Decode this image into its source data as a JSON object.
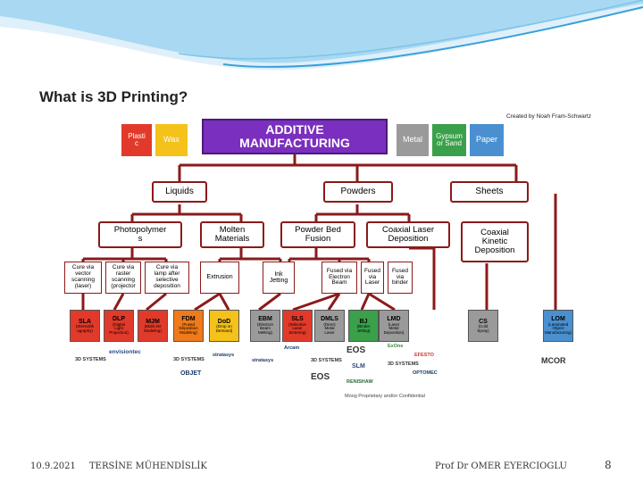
{
  "colors": {
    "accent_purple": "#7b2fbe",
    "connector": "#8b1a1a",
    "wave_blue": "#3aa0d8"
  },
  "diagram": {
    "title": "What is 3D Printing?",
    "credit": "Created by Noah Fram-Schwartz",
    "root": "ADDITIVE\nMANUFACTURING",
    "materials": {
      "plastic": "Plasti\nc",
      "wax": "Wax",
      "metal": "Metal",
      "gypsum": "Gypsum\nor Sand",
      "paper": "Paper"
    },
    "states": {
      "liquids": "Liquids",
      "powders": "Powders",
      "sheets": "Sheets"
    },
    "processes": {
      "photopolymers": "Photopolymer\ns",
      "molten": "Molten\nMaterials",
      "powder_bed": "Powder Bed\nFusion",
      "coaxial_laser": "Coaxial Laser\nDeposition",
      "coaxial_kinetic": "Coaxial\nKinetic\nDeposition"
    },
    "methods": {
      "cure_vector": "Cure via\nvector\nscanning\n(laser)",
      "cure_raster": "Cure via\nraster\nscanning\n(projector",
      "cure_lamp": "Cure via\nlamp after\nselective\ndeposition",
      "extrusion": "Extrusion",
      "ink_jetting": "Ink\nJetting",
      "fused_eb": "Fused via\nElectron\nBeam",
      "fused_laser": "Fused\nvia\nLaser",
      "fused_binder": "Fused\nvia\nbinder"
    },
    "technologies": [
      {
        "abbr": "SLA",
        "desc": "(Stereolith\nography)",
        "color": "#e23a2a"
      },
      {
        "abbr": "DLP",
        "desc": "(Digital\nLight\nProjection)",
        "color": "#e23a2a"
      },
      {
        "abbr": "MJM",
        "desc": "(Multi-Jet\nModeling)",
        "color": "#e23a2a"
      },
      {
        "abbr": "FDM",
        "desc": "(Fused\nDeposition\nModeling)",
        "color": "#f07a1a"
      },
      {
        "abbr": "DoD",
        "desc": "(Drop on\nDemand)",
        "color": "#f4c21a"
      },
      {
        "abbr": "EBM",
        "desc": "(Electron\nBeam\nMelting)",
        "color": "#9a9a9a"
      },
      {
        "abbr": "SLS",
        "desc": "(Selective\nLaser\nSintering)",
        "color": "#e23a2a"
      },
      {
        "abbr": "DMLS",
        "desc": "(Direct\nMetal\nLaser",
        "color": "#9a9a9a"
      },
      {
        "abbr": "BJ",
        "desc": "(Binder\nJetting)",
        "color": "#3aa04a"
      },
      {
        "abbr": "LMD",
        "desc": "(Laser\nMetal\nDeposition)",
        "color": "#9a9a9a"
      },
      {
        "abbr": "CS",
        "desc": "(Cold\nSpray)",
        "color": "#9a9a9a"
      },
      {
        "abbr": "LOM",
        "desc": "(Laminated\nObject\nManufacturing)",
        "color": "#4a90d0"
      }
    ],
    "logos": [
      "3D SYSTEMS",
      "envisiontec",
      "3D SYSTEMS",
      "OBJET",
      "stratasys",
      "stratasys",
      "Arcam",
      "3D SYSTEMS",
      "EOS",
      "SLM",
      "EOS",
      "RENISHAW",
      "ExOne",
      "EFESTO",
      "OPTOMEC",
      "3D SYSTEMS",
      "MCOR"
    ],
    "note": "Moog Proprietary and/or Confidential"
  },
  "footer": {
    "date": "10.9.2021",
    "department": "TERSİNE MÜHENDİSLİK",
    "author": "Prof Dr OMER EYERCIOGLU",
    "page": "8"
  }
}
